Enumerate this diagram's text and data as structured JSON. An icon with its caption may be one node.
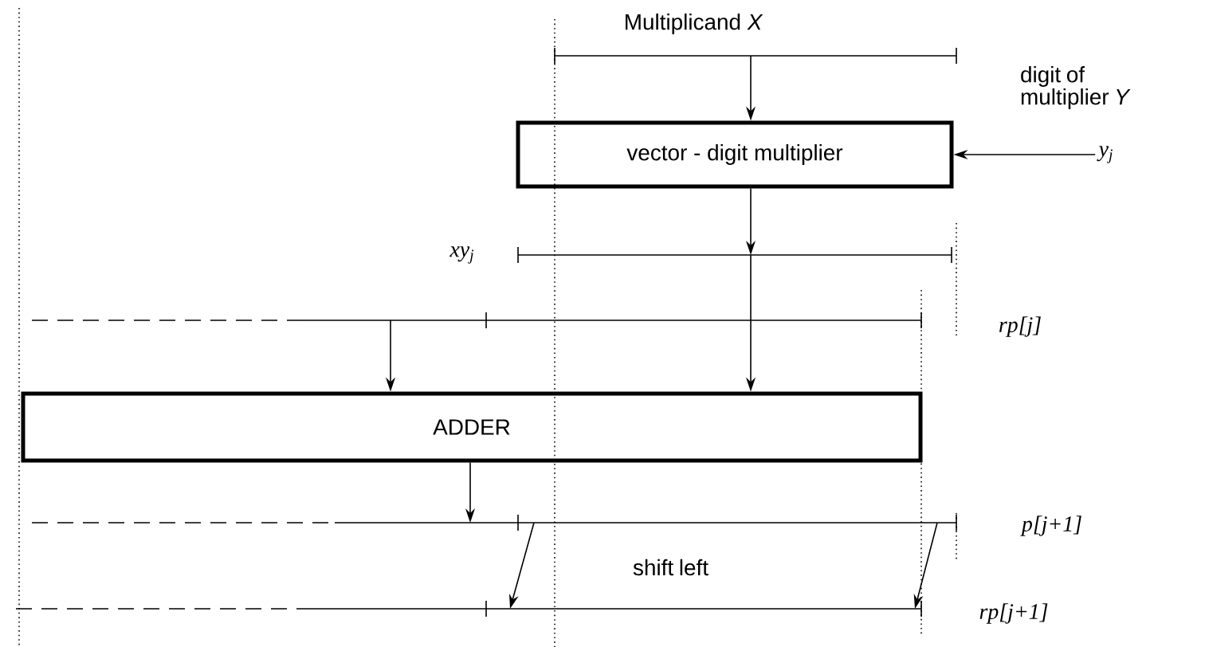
{
  "diagram": {
    "nodes": [
      {
        "text": [],
        "shape": "bar",
        "beside": [
          "Multiplicand *X*"
        ]
      },
      {
        "text": [
          "vector - digit multiplier"
        ]
      },
      {
        "text": [
          "y$_{j}$"
        ]
      },
      {
        "text": [],
        "shape": "bar",
        "beside": [
          "xy$_{j}$"
        ]
      },
      {
        "text": [],
        "shape": "bar",
        "beside": [
          "rp[j]"
        ]
      },
      {
        "text": [
          "ADDER"
        ]
      },
      {
        "text": [],
        "shape": "bar",
        "beside": [
          "p[j+1]"
        ]
      },
      {
        "text": [],
        "shape": "bar",
        "beside": [
          "rp[j+1]"
        ]
      }
    ],
    "edges": [
      {
        "from": 0,
        "to": 1,
        "arrow": "to"
      },
      {
        "from": 2,
        "to": 1,
        "arrow": "to"
      },
      {
        "from": 1,
        "to": 3,
        "arrow": "to"
      },
      {
        "from": 3,
        "to": 5,
        "arrow": "to"
      },
      {
        "from": 4,
        "to": 5,
        "arrow": "to"
      },
      {
        "from": 5,
        "to": 6,
        "arrow": "to"
      },
      {
        "from": 6,
        "to": 7,
        "arrow": "to"
      },
      {
        "from": 6,
        "to": 7,
        "arrow": "to"
      }
    ],
    "labels": [
      "digit of multiplier *Y*",
      "shift left"
    ]
  }
}
